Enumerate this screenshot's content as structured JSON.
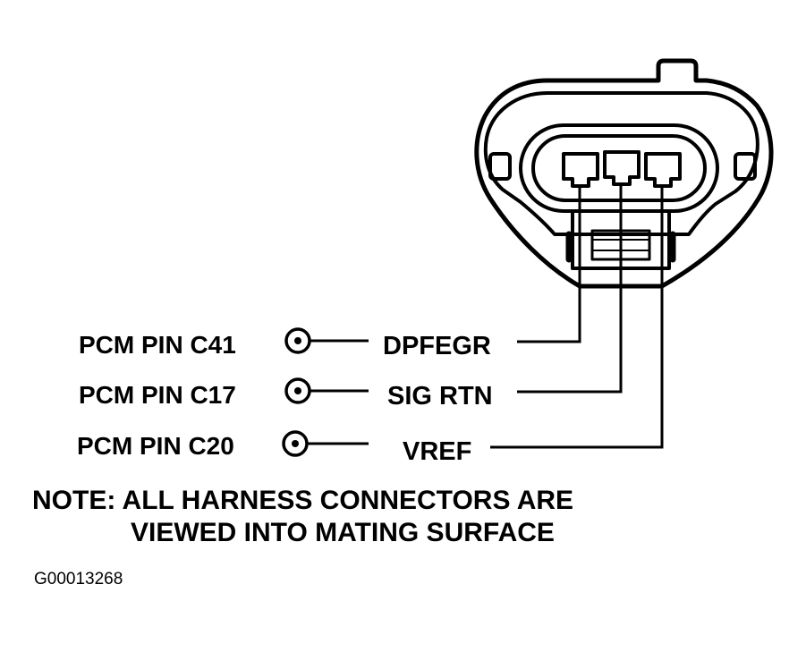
{
  "pins": [
    {
      "pcm_label": "PCM PIN C41",
      "signal": "DPFEGR"
    },
    {
      "pcm_label": "PCM PIN C17",
      "signal": "SIG RTN"
    },
    {
      "pcm_label": "PCM PIN C20",
      "signal": "VREF"
    }
  ],
  "note": {
    "line1": "NOTE: ALL HARNESS CONNECTORS ARE",
    "line2": "VIEWED INTO MATING SURFACE"
  },
  "figure_id": "G00013268"
}
